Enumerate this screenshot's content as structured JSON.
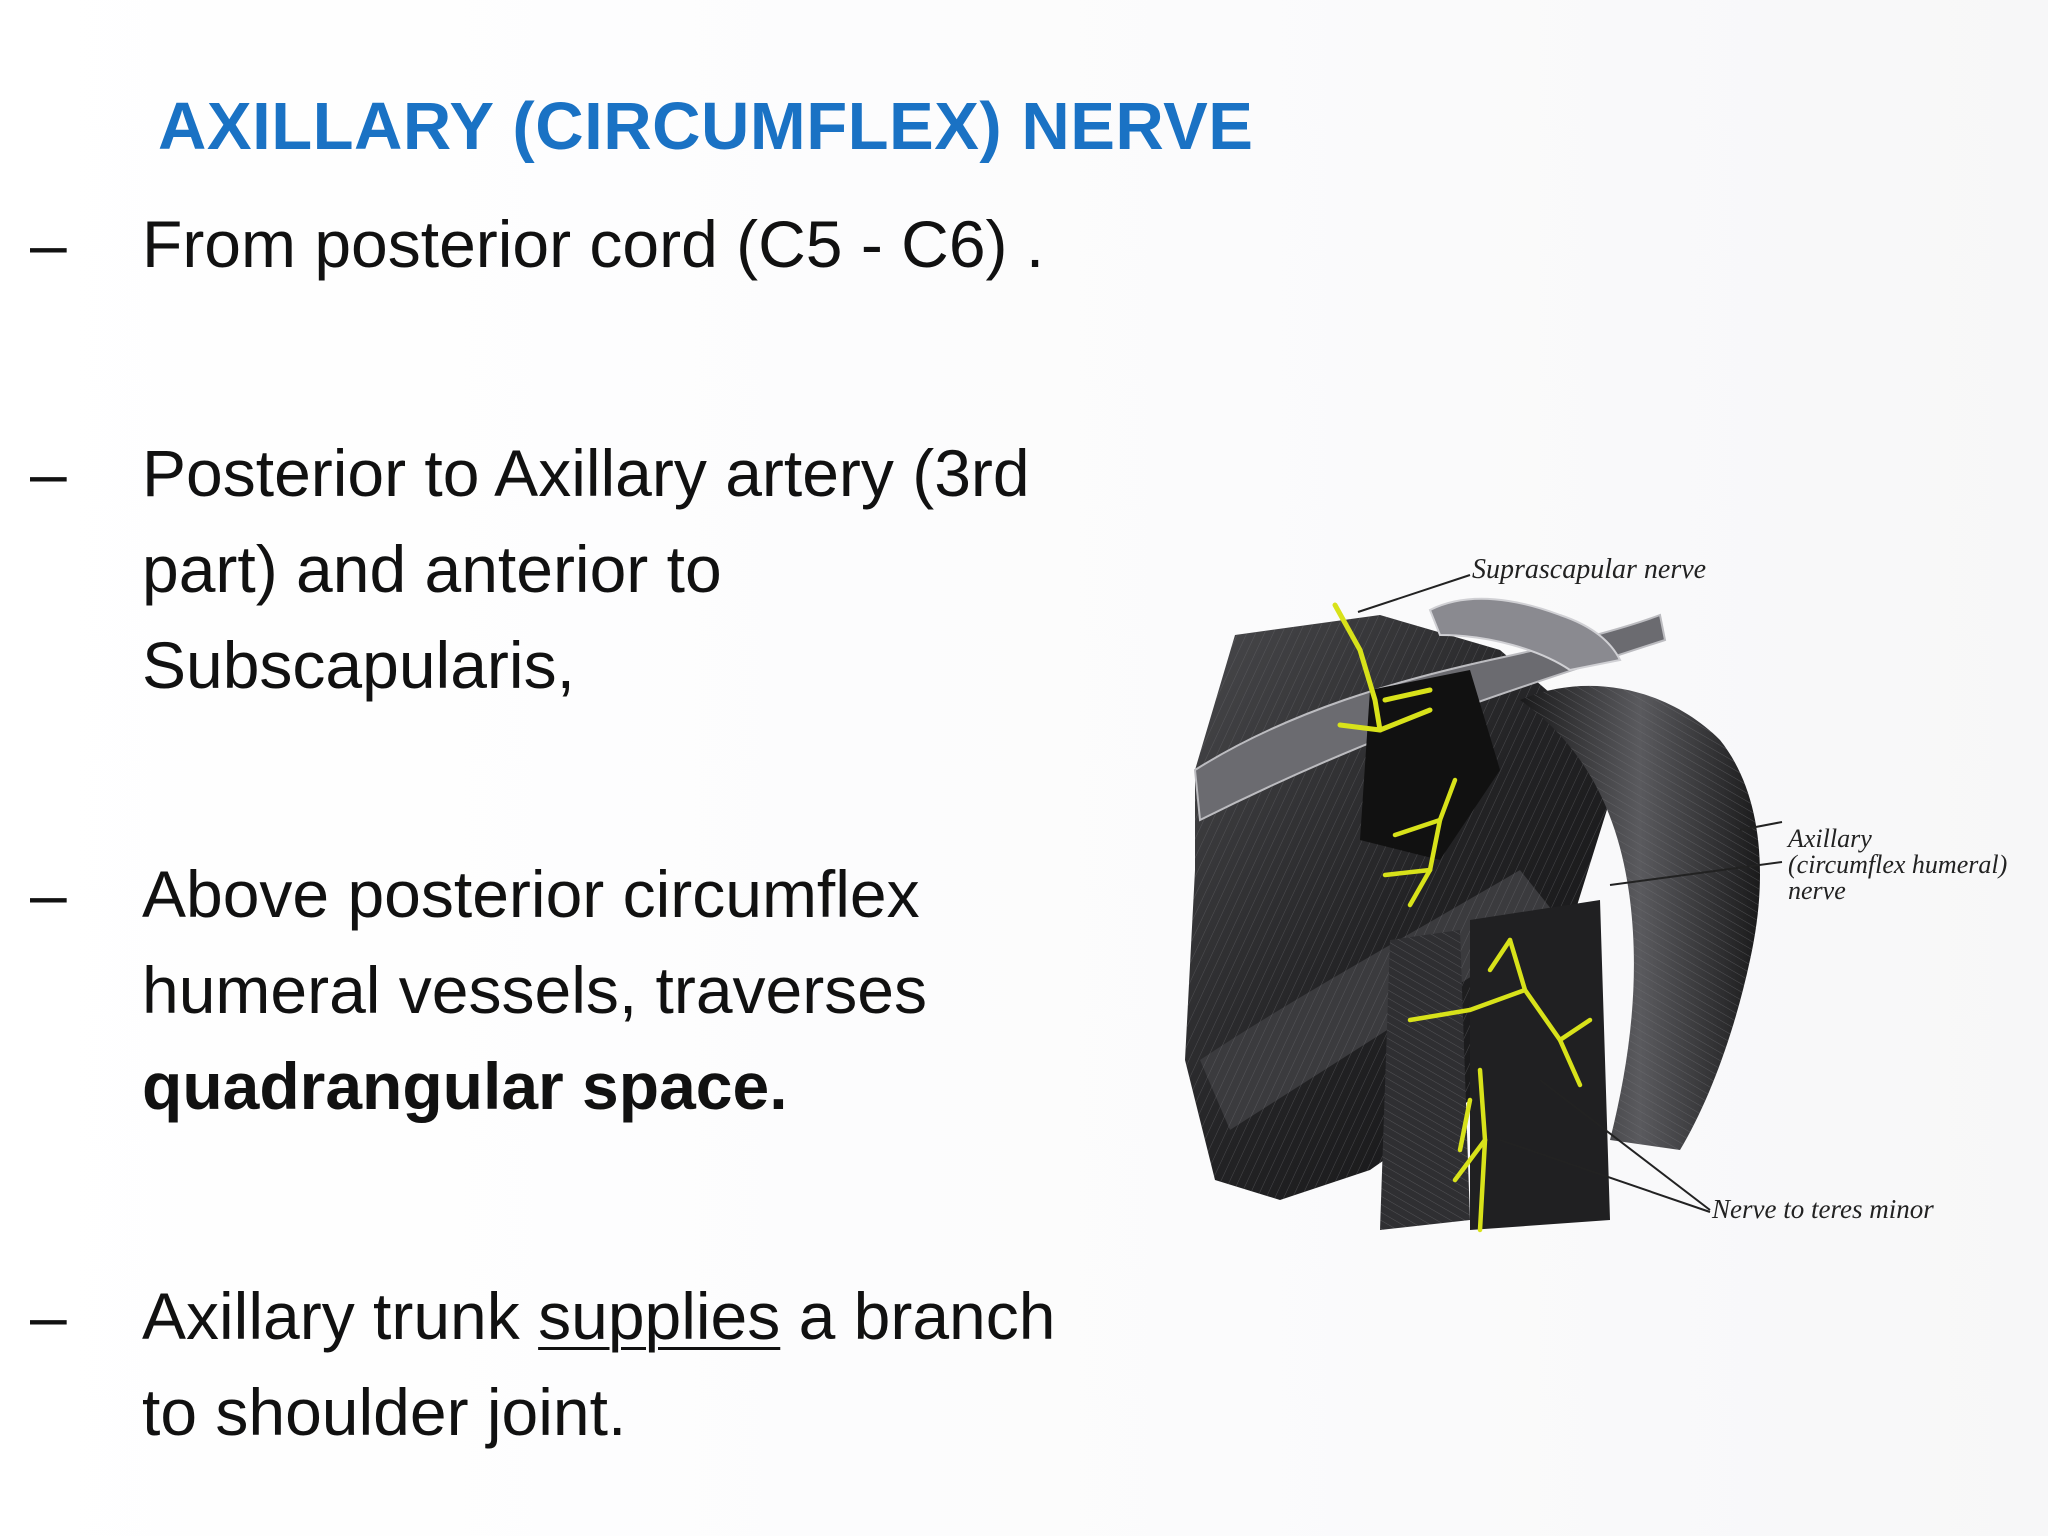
{
  "slide": {
    "title": "AXILLARY (CIRCUMFLEX) NERVE",
    "bullets": [
      {
        "marker": "–",
        "lines": [
          "From posterior cord (C5 - C6) ."
        ]
      },
      {
        "marker": "–",
        "lines": [
          "Posterior to Axillary artery (3rd",
          "part) and anterior to",
          "Subscapularis,"
        ]
      },
      {
        "marker": "–",
        "lines": [
          "Above posterior circumflex",
          "humeral vessels, traverses"
        ],
        "bold_line": "quadrangular space."
      },
      {
        "marker": "–",
        "pre": "Axillary trunk ",
        "underlined": "supplies",
        "post": " a branch",
        "line2": "to shoulder joint."
      }
    ]
  },
  "figure": {
    "labels": {
      "suprascapular": "Suprascapular nerve",
      "axillary_1": "Axillary",
      "axillary_2": "(circumflex humeral)",
      "axillary_3": "nerve",
      "teres_minor": "Nerve to teres minor"
    },
    "colors": {
      "muscle": "#2a2a2c",
      "nerve": "#d8e21a",
      "title": "#1a72c4"
    }
  }
}
